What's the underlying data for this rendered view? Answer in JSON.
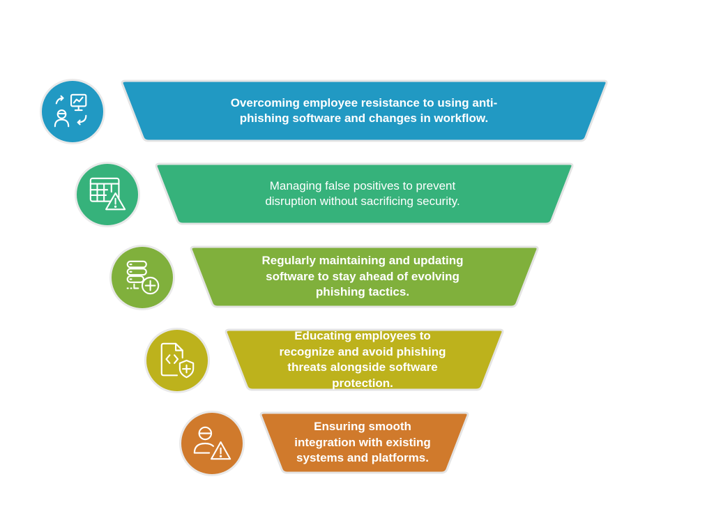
{
  "funnel": {
    "rows": [
      {
        "text": "Overcoming employee resistance to using anti-phishing software and changes in workflow.",
        "color": "#2199c3",
        "text_color": "#ffffff",
        "bold": true,
        "icon": "workflow-change-icon"
      },
      {
        "text": "Managing false positives to prevent disruption without sacrificing security.",
        "color": "#36b27b",
        "text_color": "#ffffff",
        "bold": false,
        "icon": "table-warning-icon"
      },
      {
        "text": "Regularly maintaining and updating software to stay ahead of evolving phishing tactics.",
        "color": "#80b03c",
        "text_color": "#ffffff",
        "bold": true,
        "icon": "database-add-icon"
      },
      {
        "text": "Educating employees to recognize and avoid phishing threats alongside software protection.",
        "color": "#bdb21c",
        "text_color": "#ffffff",
        "bold": true,
        "icon": "code-file-shield-icon"
      },
      {
        "text": "Ensuring smooth integration with existing systems and platforms.",
        "color": "#d07a2c",
        "text_color": "#ffffff",
        "bold": true,
        "icon": "user-warning-icon"
      }
    ]
  }
}
